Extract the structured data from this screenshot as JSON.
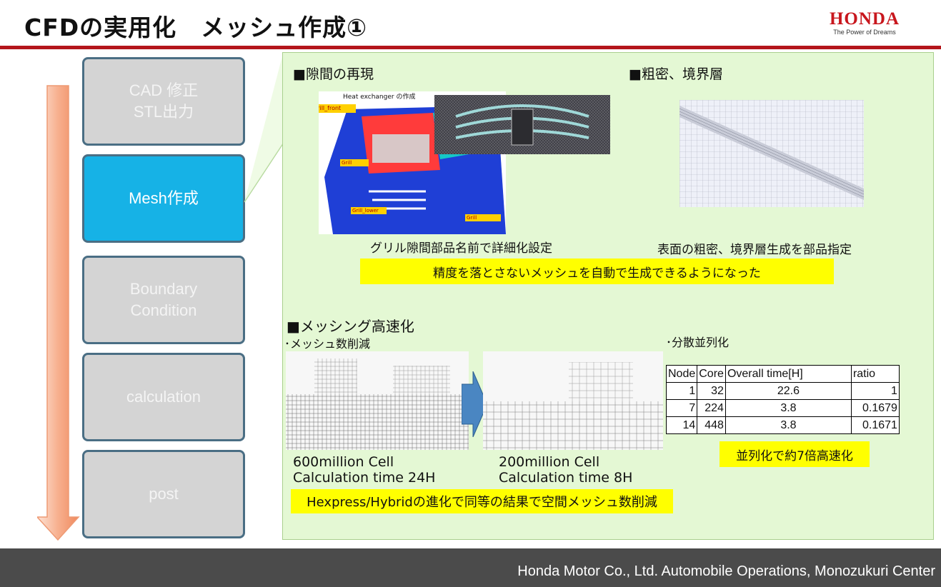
{
  "slide": {
    "title": "CFDの実用化　メッシュ作成①",
    "logo": {
      "brand": "HONDA",
      "tagline": "The Power of Dreams"
    },
    "footer": "Honda Motor Co., Ltd. Automobile Operations, Monozukuri Center"
  },
  "steps": [
    {
      "label": "CAD  修正\nSTL出力",
      "active": false
    },
    {
      "label": "Mesh作成",
      "active": true
    },
    {
      "label": "Boundary\nCondition",
      "active": false
    },
    {
      "label": "calculation",
      "active": false
    },
    {
      "label": "post",
      "active": false
    }
  ],
  "gap": {
    "heading": "■隙間の再現",
    "image_label_top": "Heat exchanger の作成",
    "image_tags": [
      "Grill_front",
      "Grill",
      "Grill_lower",
      "Grill"
    ],
    "caption": "グリル隙間部品名前で詳細化設定"
  },
  "density": {
    "heading": "■粗密、境界層",
    "caption": "表面の粗密、境界層生成を部品指定"
  },
  "summary_top": "精度を落とさないメッシュを自動で生成できるようになった",
  "speed": {
    "heading": "■メッシング高速化",
    "sub_reduce": "･メッシュ数削減",
    "sub_parallel": "･分散並列化",
    "before": {
      "cells": "600million Cell",
      "time": "Calculation time 24H"
    },
    "after": {
      "cells": "200million Cell",
      "time": "Calculation time 8H"
    },
    "note_reduce": "Hexpress/Hybridの進化で同等の結果で空間メッシュ数削減",
    "note_parallel": "並列化で約7倍高速化",
    "table": {
      "headers": [
        "Node",
        "Core",
        "Overall time[H]",
        "ratio"
      ],
      "rows": [
        [
          "1",
          "32",
          "22.6",
          "1"
        ],
        [
          "7",
          "224",
          "3.8",
          "0.1679"
        ],
        [
          "14",
          "448",
          "3.8",
          "0.1671"
        ]
      ]
    }
  },
  "colors": {
    "accent_red": "#b4161b",
    "active_step": "#16b2e6",
    "panel_bg": "#e4f8d4",
    "highlight": "#ffff00",
    "flow_arrow": "#f4a27a"
  }
}
